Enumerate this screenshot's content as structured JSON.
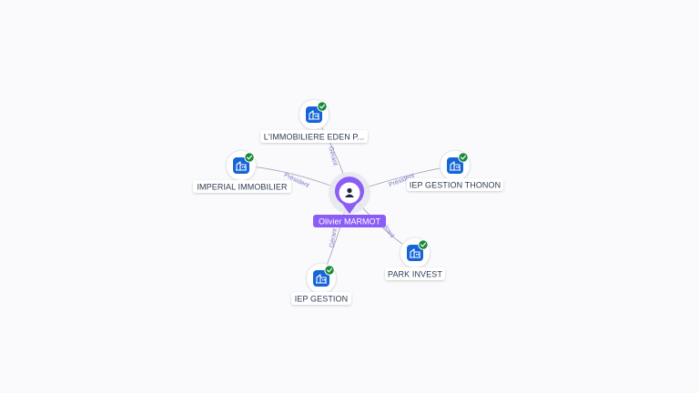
{
  "center": {
    "name": "Olivier MARMOT",
    "icon": "person-icon",
    "color": "#8b5cf6"
  },
  "colors": {
    "company_icon": "#1565d8",
    "check_badge": "#1b8a3a",
    "edge": "#9aa0ae",
    "edge_label": "#7a78c8"
  },
  "nodes": [
    {
      "id": "eden",
      "label": "L'IMMOBILIERE EDEN P...",
      "role": "Gérant",
      "icon": "company-icon",
      "verified": true
    },
    {
      "id": "imperial",
      "label": "IMPERIAL IMMOBILIER",
      "role": "Président",
      "icon": "company-icon",
      "verified": true
    },
    {
      "id": "thonon",
      "label": "IEP GESTION THONON",
      "role": "Président",
      "icon": "company-icon",
      "verified": true
    },
    {
      "id": "park",
      "label": "PARK INVEST",
      "role": "Gérant",
      "icon": "company-icon",
      "verified": true
    },
    {
      "id": "gestion",
      "label": "IEP GESTION",
      "role": "Gérant",
      "icon": "company-icon",
      "verified": true
    }
  ]
}
